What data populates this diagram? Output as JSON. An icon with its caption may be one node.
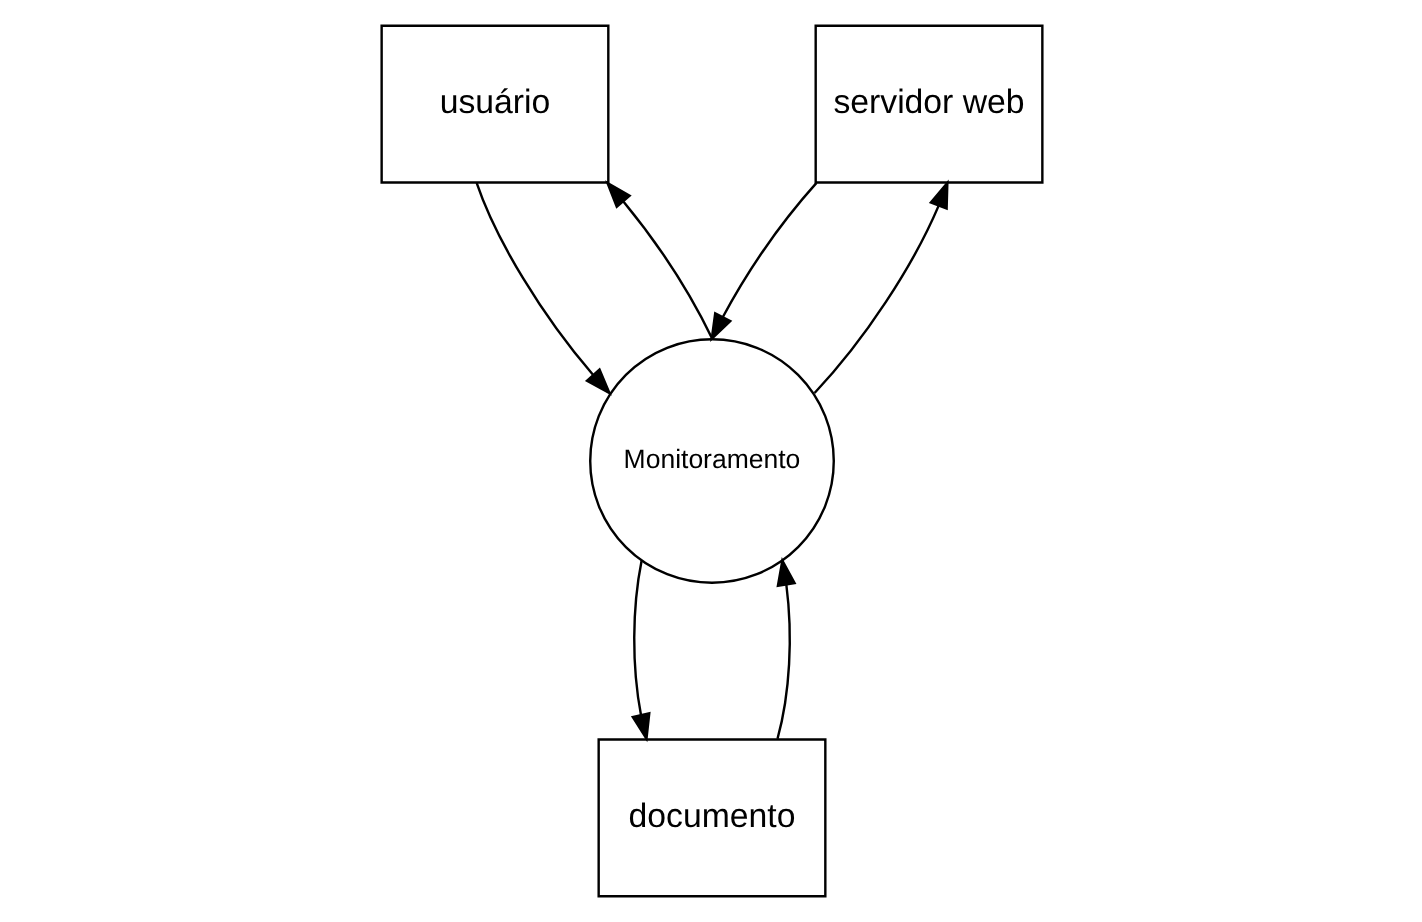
{
  "diagram": {
    "nodes": [
      {
        "text": [
          "usuário"
        ]
      },
      {
        "text": [
          "servidor web"
        ]
      },
      {
        "text": [
          "Monitoramento"
        ]
      },
      {
        "text": [
          "documento"
        ]
      }
    ],
    "edges": [
      {
        "from": 2,
        "to": 0,
        "arrow": "to"
      },
      {
        "from": 0,
        "to": 2,
        "arrow": "to"
      },
      {
        "from": 1,
        "to": 2,
        "arrow": "to"
      },
      {
        "from": 2,
        "to": 1,
        "arrow": "to"
      },
      {
        "from": 2,
        "to": 3,
        "arrow": "to"
      },
      {
        "from": 3,
        "to": 2,
        "arrow": "to"
      }
    ]
  }
}
